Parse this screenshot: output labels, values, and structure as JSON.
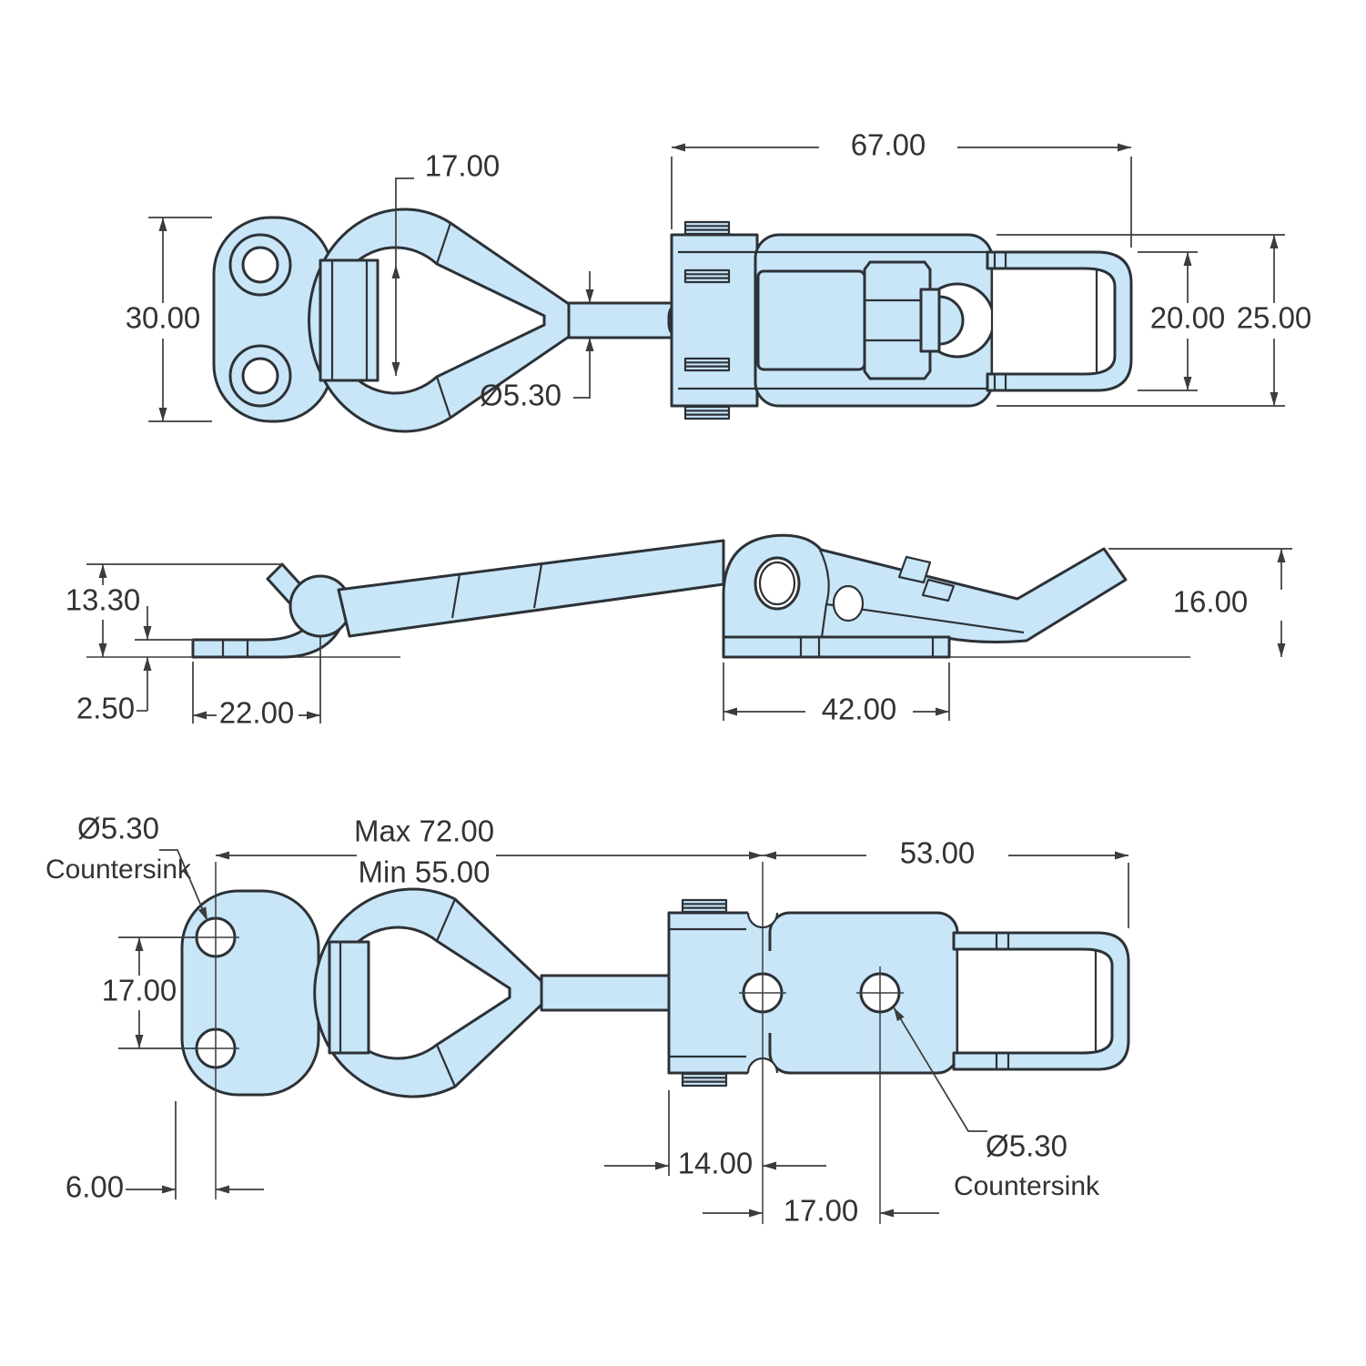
{
  "title": "Toggle latch engineering drawing, three views with dimensions (mm)",
  "colors": {
    "part_fill": "#c8e6f8",
    "outline": "#2d3237",
    "dimension": "#3c3c3c",
    "background": "#ffffff"
  },
  "views": {
    "top": {
      "dims": {
        "plate_height": "30.00",
        "bail_opening": "17.00",
        "latch_length": "67.00",
        "rod_diameter": "Ø5.30",
        "loop_width": "20.00",
        "overall_width": "25.00"
      }
    },
    "side": {
      "dims": {
        "closed_height": "13.30",
        "plate_thickness": "2.50",
        "plate_length": "22.00",
        "base_length": "42.00",
        "lever_height": "16.00"
      }
    },
    "bottom": {
      "dims": {
        "plate_hole_dia": "Ø5.30",
        "plate_hole_note": "Countersink",
        "max_reach": "Max 72.00",
        "min_reach": "Min 55.00",
        "latch_length": "53.00",
        "plate_hole_spacing": "17.00",
        "edge_distance": "6.00",
        "latch_hole_offset": "14.00",
        "latch_hole_spacing": "17.00",
        "latch_hole_dia": "Ø5.30",
        "latch_hole_note": "Countersink"
      }
    }
  }
}
